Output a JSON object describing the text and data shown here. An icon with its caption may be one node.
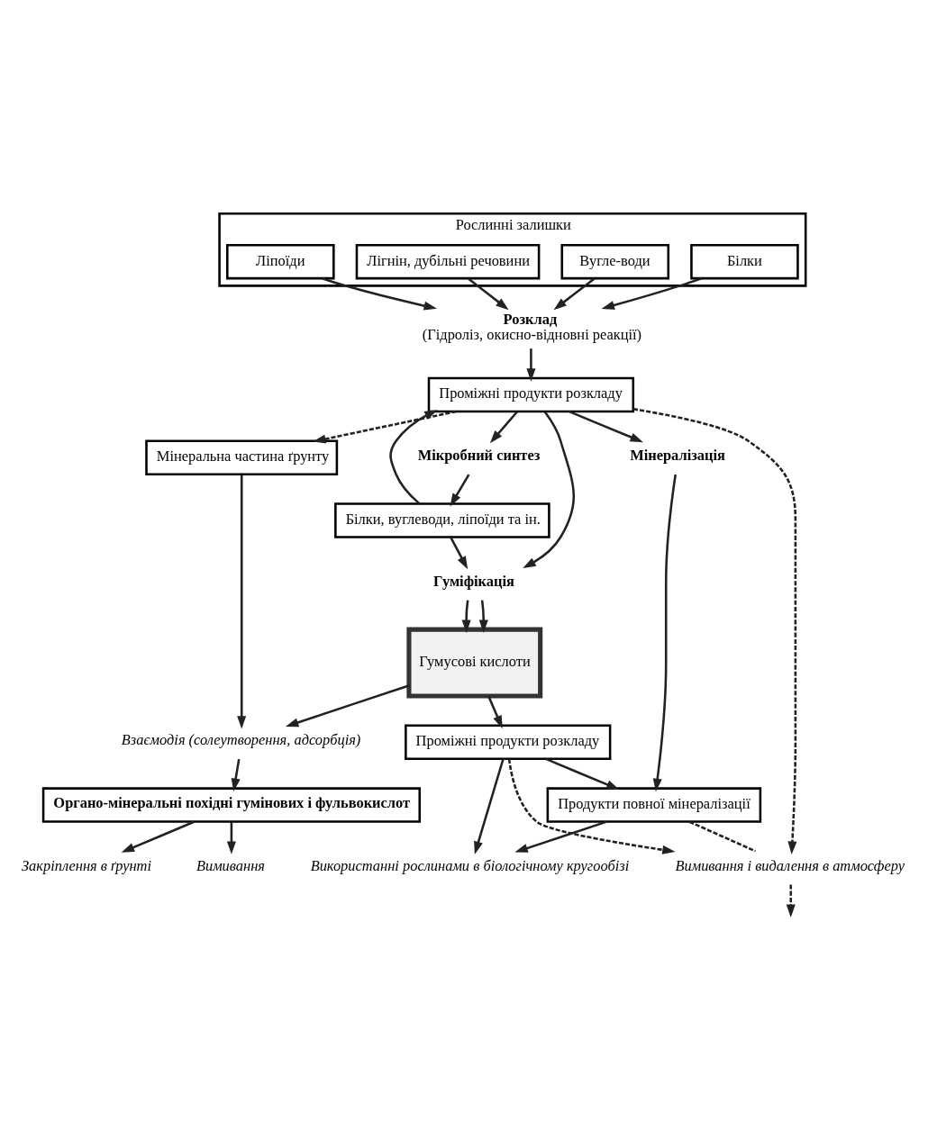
{
  "diagram": {
    "nodes": [
      {
        "text": [
          "Рослинні залишки"
        ]
      },
      {
        "text": [
          "Білки"
        ],
        "in": 0
      },
      {
        "text": [
          "Вугле-води"
        ],
        "in": 0
      },
      {
        "text": [
          "Лігнін, дубільні речовини"
        ],
        "in": 0
      },
      {
        "text": [
          "Ліпоїди"
        ],
        "in": 0
      },
      {
        "text": [
          "Розклад",
          "(Гідроліз, окисно-відновні реакції)"
        ]
      },
      {
        "text": [
          "Мінеральна частина ґрунту"
        ]
      },
      {
        "text": [
          "Мікробний синтез"
        ]
      },
      {
        "text": [
          "Проміжні продукти розкладу"
        ]
      },
      {
        "text": [
          "Білки, вуглеводи, ліпоїди та ін."
        ]
      },
      {
        "text": [
          "Мінералізація"
        ]
      },
      {
        "text": [
          "Гуміфікація"
        ]
      },
      {
        "text": [
          "Продукти повної мінералізації"
        ]
      },
      {
        "text": [
          "Проміжні продукти розкладу"
        ]
      },
      {
        "text": [
          "Гумусові кислоти"
        ]
      },
      {
        "text": [
          "Використанні рослинами в біологічному кругообізі"
        ]
      },
      {
        "text": [
          "Взаємодія (солеутворення, адсорбція)"
        ]
      },
      {
        "text": [
          "Вимивання і видалення в атмосферу"
        ]
      },
      {
        "text": [
          "Органо-мінеральні похідні гумінових і фульвокислот"
        ]
      },
      {
        "text": [
          "Закріплення в ґрунті"
        ]
      },
      {
        "text": [
          "Вимивання"
        ]
      }
    ],
    "edges": [
      {
        "from": 1,
        "to": 5,
        "arrow": "to"
      },
      {
        "from": 2,
        "to": 5,
        "arrow": "to"
      },
      {
        "from": 3,
        "to": 5,
        "arrow": "to"
      },
      {
        "from": 4,
        "to": 5,
        "arrow": "to"
      },
      {
        "from": 5,
        "to": 8,
        "arrow": "to"
      },
      {
        "from": 8,
        "to": 6,
        "arrow": "to",
        "style": "dashed"
      },
      {
        "from": 8,
        "to": 7,
        "arrow": "to"
      },
      {
        "from": 7,
        "to": 9,
        "arrow": "to"
      },
      {
        "from": 9,
        "to": 8,
        "arrow": "to"
      },
      {
        "from": 8,
        "to": 10,
        "arrow": "to"
      },
      {
        "from": 8,
        "to": 11,
        "arrow": "to"
      },
      {
        "from": 9,
        "to": 11,
        "arrow": "to"
      },
      {
        "from": 10,
        "to": 12,
        "arrow": "to"
      },
      {
        "from": 11,
        "to": 14,
        "arrow": "to"
      },
      {
        "from": 11,
        "to": 14,
        "arrow": "to"
      },
      {
        "from": 14,
        "to": 13,
        "arrow": "to"
      },
      {
        "from": 13,
        "to": 12,
        "arrow": "to"
      },
      {
        "from": 12,
        "to": 15,
        "arrow": "to"
      },
      {
        "from": 13,
        "to": 15,
        "arrow": "to"
      },
      {
        "from": 8,
        "to": 17,
        "arrow": "to",
        "style": "dashed"
      },
      {
        "from": 12,
        "to": 17,
        "arrow": "none",
        "style": "dashed"
      },
      {
        "from": 13,
        "to": 17,
        "arrow": "to",
        "style": "dashed"
      },
      {
        "from": 17,
        "to": null,
        "arrow": "to",
        "style": "dashed"
      },
      {
        "from": 14,
        "to": 16,
        "arrow": "to"
      },
      {
        "from": 6,
        "to": 16,
        "arrow": "to"
      },
      {
        "from": 16,
        "to": 18,
        "arrow": "to"
      },
      {
        "from": 18,
        "to": 19,
        "arrow": "to"
      },
      {
        "from": 18,
        "to": 20,
        "arrow": "to"
      }
    ]
  }
}
